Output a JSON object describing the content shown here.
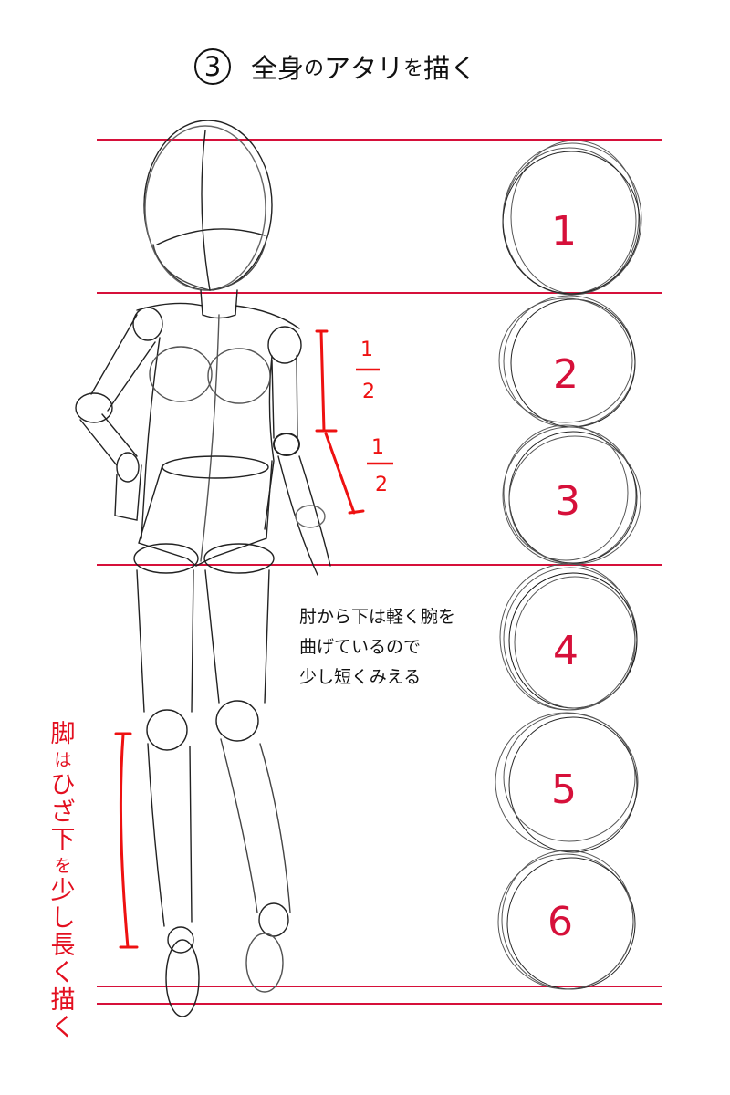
{
  "title": {
    "step_number": "3",
    "text_part1": "全身",
    "text_small": "の",
    "text_part2": "アタリ",
    "text_small2": "を",
    "text_part3": "描く"
  },
  "guide_lines": {
    "color": "#d6103a",
    "y_positions": [
      153,
      321,
      619,
      1081,
      1100
    ]
  },
  "head_units": {
    "labels": [
      "1",
      "2",
      "3",
      "4",
      "5",
      "6"
    ],
    "label_color": "#d6103a"
  },
  "arm_annotation": {
    "upper_fraction": {
      "numerator": "1",
      "denominator": "2"
    },
    "lower_fraction": {
      "numerator": "1",
      "denominator": "2"
    },
    "color": "#ee1111"
  },
  "elbow_note": {
    "lines": [
      "肘から下は軽く腕を",
      "曲げているので",
      "少し短くみえる"
    ]
  },
  "leg_note": {
    "chars": [
      "脚",
      "は",
      "ひ",
      "ざ",
      "下",
      "を",
      "少",
      "し",
      "長",
      "く",
      "描",
      "く"
    ],
    "color": "#e30f1f"
  }
}
